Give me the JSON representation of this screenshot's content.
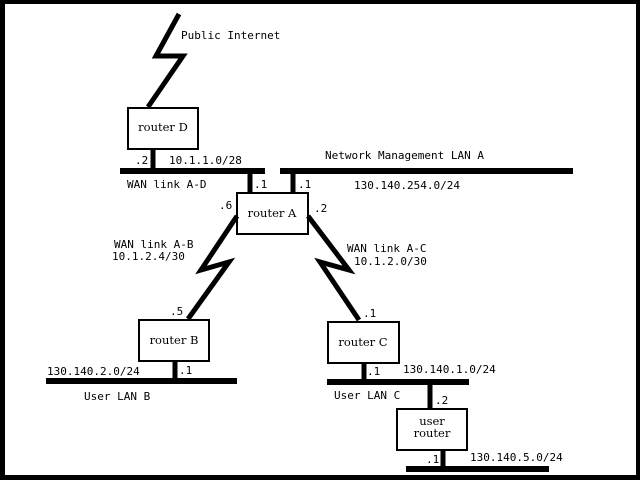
{
  "diagram": {
    "internet_label": "Public Internet",
    "routers": {
      "d": "router D",
      "a": "router A",
      "b": "router B",
      "c": "router C",
      "user_line1": "user",
      "user_line2": "router"
    },
    "networks": {
      "wan_ad_name": "WAN link A-D",
      "wan_ad_subnet": "10.1.1.0/28",
      "mgmt_lan_name": "Network Management LAN A",
      "mgmt_lan_subnet": "130.140.254.0/24",
      "wan_ab_name": "WAN link A-B",
      "wan_ab_subnet": "10.1.2.4/30",
      "wan_ac_name": "WAN link A-C",
      "wan_ac_subnet": "10.1.2.0/30",
      "lan_b_subnet": "130.140.2.0/24",
      "lan_b_name": "User LAN B",
      "lan_c_subnet": "130.140.1.0/24",
      "lan_c_name": "User LAN C",
      "user_lan_subnet": "130.140.5.0/24"
    },
    "interfaces": {
      "d_wan": ".2",
      "a_wan_ad": ".1",
      "a_mgmt": ".1",
      "a_wan_ab": ".6",
      "a_wan_ac": ".2",
      "b_wan": ".5",
      "b_lan": ".1",
      "c_wan": ".1",
      "c_lan": ".1",
      "user_router_lan_c": ".2",
      "user_router_lan": ".1"
    }
  }
}
